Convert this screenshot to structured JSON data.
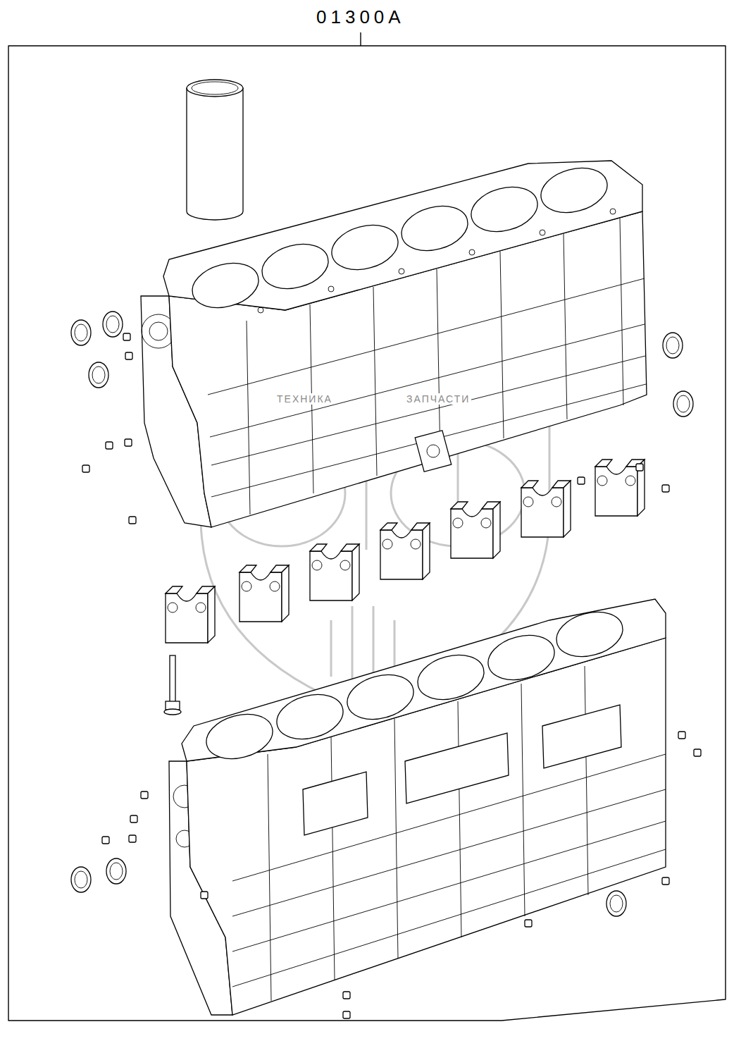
{
  "diagram": {
    "labels": [
      "01300A",
      "ТЕХНИКА",
      "ЗАПЧАСТИ"
    ]
  }
}
